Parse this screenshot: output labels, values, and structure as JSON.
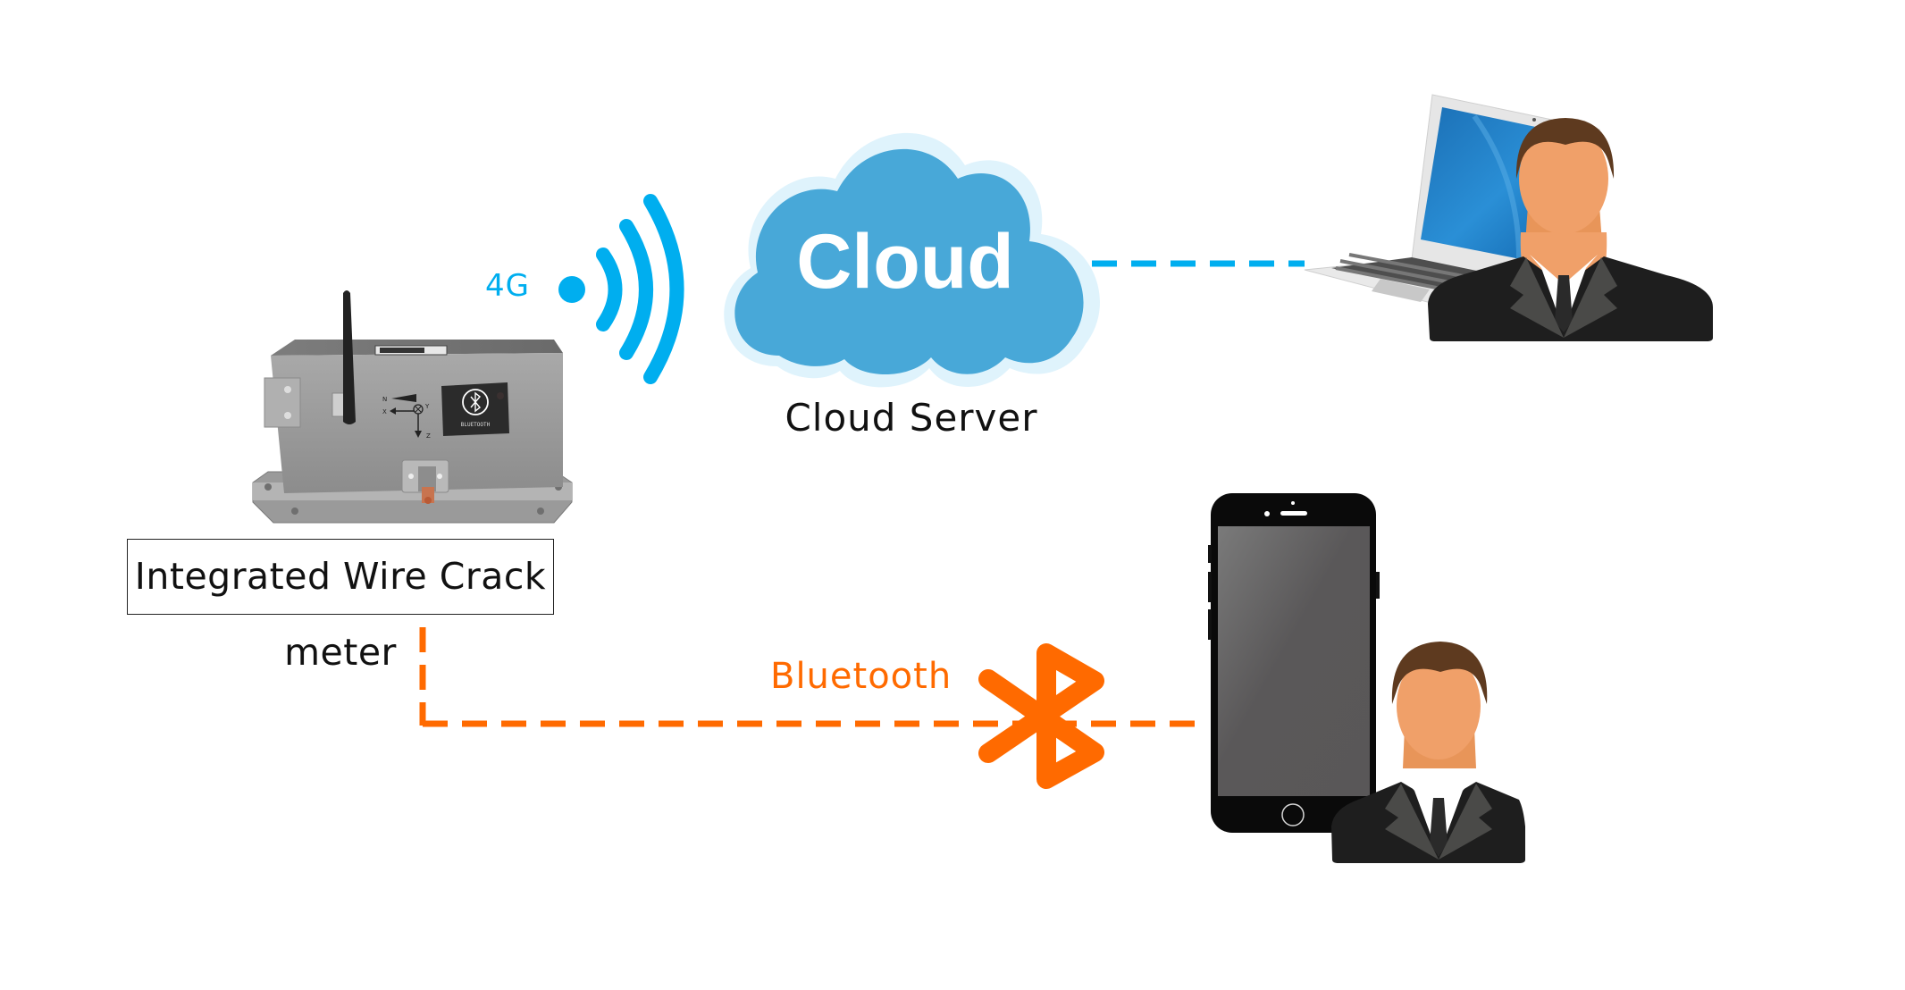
{
  "diagram": {
    "title": "Integrated Wire Crack meter communication",
    "device": {
      "label": "Integrated Wire Crack meter",
      "panel_text": "BLUETOOTH",
      "axis_labels": [
        "N",
        "X",
        "Y",
        "Z"
      ]
    },
    "links": {
      "cellular": {
        "label": "4G",
        "color": "#00aeef"
      },
      "bluetooth": {
        "label": "Bluetooth",
        "color": "#ff6a00"
      }
    },
    "cloud": {
      "title": "Cloud",
      "caption": "Cloud Server",
      "fill": "#48a8d8",
      "halo": "#dff3fc"
    },
    "endpoints": [
      {
        "name": "laptop-user",
        "device": "laptop"
      },
      {
        "name": "phone-user",
        "device": "smartphone"
      }
    ],
    "colors": {
      "person_hair": "#5e3a1f",
      "person_skin": "#f0a069",
      "suit": "#1e1e1e",
      "lapel": "#4a4a48"
    }
  }
}
